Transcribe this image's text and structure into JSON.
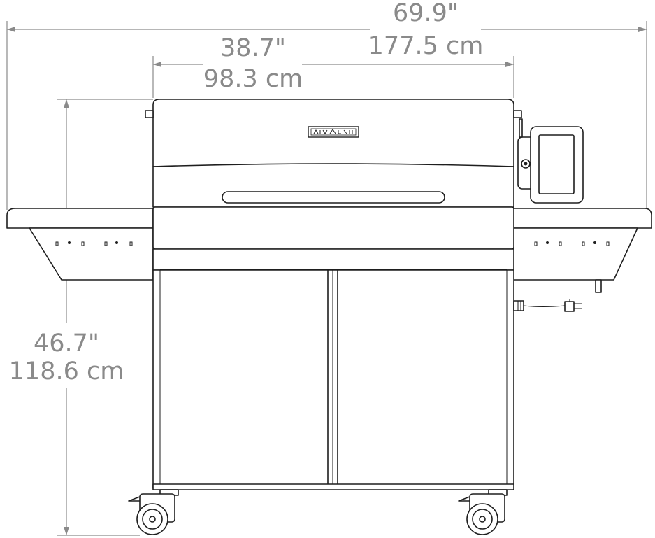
{
  "dimensions": {
    "total_width": {
      "imperial": "69.9\"",
      "metric": "177.5 cm"
    },
    "body_width": {
      "imperial": "38.7\"",
      "metric": "98.3 cm"
    },
    "height": {
      "imperial": "46.7\"",
      "metric": "118.6 cm"
    }
  },
  "colors": {
    "dimension": "#8a8a8a",
    "outline": "#1e1e1e",
    "background": "#ffffff"
  }
}
